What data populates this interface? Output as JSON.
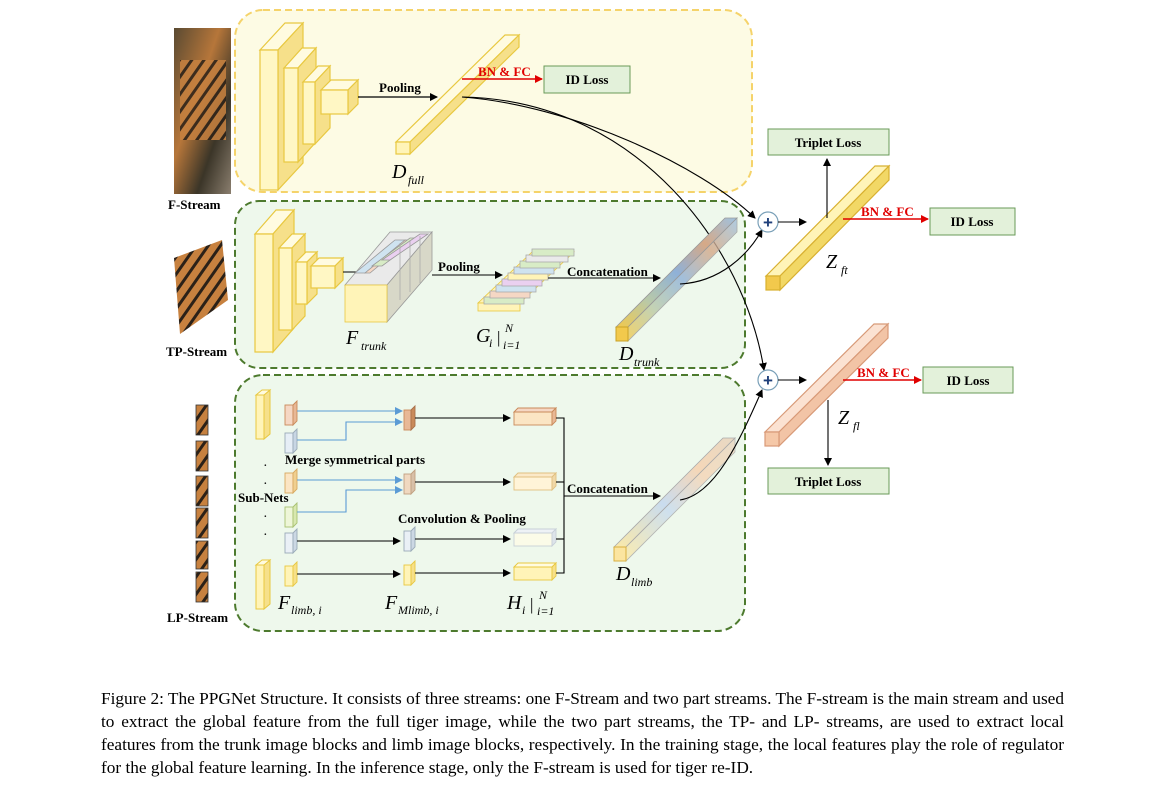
{
  "streams": {
    "f_stream": "F-Stream",
    "tp_stream": "TP-Stream",
    "lp_stream": "LP-Stream"
  },
  "labels": {
    "pooling_f": "Pooling",
    "pooling_tp": "Pooling",
    "bn_fc_f": "BN & FC",
    "bn_fc_ft": "BN & FC",
    "bn_fc_fl": "BN & FC",
    "concat_tp": "Concatenation",
    "concat_lp": "Concatenation",
    "merge_parts": "Merge symmetrical parts",
    "conv_pool": "Convolution & Pooling",
    "sub_nets": "Sub-Nets"
  },
  "losses": {
    "id_loss_f": "ID Loss",
    "triplet_ft": "Triplet Loss",
    "id_loss_ft": "ID Loss",
    "id_loss_fl": "ID Loss",
    "triplet_fl": "Triplet Loss"
  },
  "variables": {
    "d_full": {
      "main": "D",
      "sub": "full"
    },
    "f_trunk": {
      "main": "F",
      "sub": "trunk"
    },
    "g_i": {
      "main": "G",
      "sub": "i",
      "sup": "N",
      "range": "i=1"
    },
    "d_trunk": {
      "main": "D",
      "sub": "trunk"
    },
    "z_ft": {
      "main": "Z",
      "sub": "ft"
    },
    "z_fl": {
      "main": "Z",
      "sub": "fl"
    },
    "f_limb": {
      "main": "F",
      "sub": "limb, i"
    },
    "f_mlimb": {
      "main": "F",
      "sub": "Mlimb, i"
    },
    "h_i": {
      "main": "H",
      "sub": "i",
      "sup": "N",
      "range": "i=1"
    },
    "d_limb": {
      "main": "D",
      "sub": "limb"
    }
  },
  "caption": "Figure 2: The PPGNet Structure. It consists of three streams: one F-Stream and two part streams. The F-stream is the main stream and used to extract the global feature from the full tiger image, while the two part streams, the TP- and LP- streams, are used to extract local features from the trunk image blocks and limb image blocks, respectively. In the training stage, the local features play the role of regulator for the global feature learning. In the inference stage, only the F-stream is used for tiger re-ID.",
  "colors": {
    "f_panel_fill": "#fdfbe4",
    "f_panel_border": "#f5d36a",
    "green_panel_fill": "#eef8ec",
    "green_panel_border": "#4d7a2e",
    "yellow_block": "#fff4b8",
    "yellow_block_edge": "#e8c840",
    "orange_block": "#fbd9c4",
    "red_text": "#e00000"
  }
}
